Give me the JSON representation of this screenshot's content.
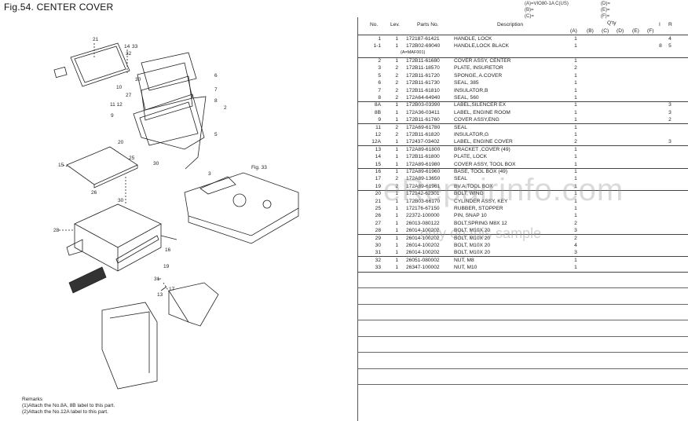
{
  "title": "Fig.54.  CENTER COVER",
  "variants": {
    "left": [
      "(A)=VIO80-1A C(US)",
      "(B)=",
      "(C)="
    ],
    "right": [
      "(D)=",
      "(E)=",
      "(F)="
    ]
  },
  "headers": {
    "no": "No.",
    "lev": "Lev.",
    "part": "Parts No.",
    "desc": "Description",
    "qty": "Q'ty",
    "i": "I",
    "r": "R",
    "cols": [
      "(A)",
      "(B)",
      "(C)",
      "(D)",
      "(E)",
      "(F)"
    ]
  },
  "serial_note": "(A=MAF001)",
  "rows": [
    {
      "no": "1",
      "lev": "1",
      "part": "172187-61421",
      "desc": "HANDLE, LOCK",
      "a": "1",
      "i": "",
      "r": "4"
    },
    {
      "no": "1-1",
      "lev": "1",
      "part": "172B02-69040",
      "desc": "HANDLE,LOCK BLACK",
      "a": "1",
      "i": "8",
      "r": "5"
    },
    {
      "no": "2",
      "lev": "1",
      "part": "172B11-61680",
      "desc": "COVER ASSY, CENTER",
      "a": "1",
      "i": "",
      "r": ""
    },
    {
      "no": "3",
      "lev": "2",
      "part": "172B11-18570",
      "desc": "PLATE, INSURETOR",
      "a": "2",
      "i": "",
      "r": ""
    },
    {
      "no": "5",
      "lev": "2",
      "part": "172B11-61720",
      "desc": "SPONGE, A.COVER",
      "a": "1",
      "i": "",
      "r": ""
    },
    {
      "no": "6",
      "lev": "2",
      "part": "172B11-61730",
      "desc": "SEAL, 385",
      "a": "1",
      "i": "",
      "r": ""
    },
    {
      "no": "7",
      "lev": "2",
      "part": "172B11-61810",
      "desc": "INSULATOR,B",
      "a": "1",
      "i": "",
      "r": ""
    },
    {
      "no": "8",
      "lev": "2",
      "part": "172A64-64940",
      "desc": "SEAL, 560",
      "a": "1",
      "i": "",
      "r": ""
    },
    {
      "no": "8A",
      "lev": "1",
      "part": "172B03-03390",
      "desc": "LABEL,SILENCER EX",
      "a": "1",
      "i": "",
      "r": "3"
    },
    {
      "no": "8B",
      "lev": "1",
      "part": "172A36-03411",
      "desc": "LABEL, ENGINE ROOM",
      "a": "1",
      "i": "",
      "r": "3"
    },
    {
      "no": "9",
      "lev": "1",
      "part": "172B11-61760",
      "desc": "COVER ASSY,ENG",
      "a": "1",
      "i": "",
      "r": "2"
    },
    {
      "no": "11",
      "lev": "2",
      "part": "172A69-61780",
      "desc": "SEAL",
      "a": "1",
      "i": "",
      "r": ""
    },
    {
      "no": "12",
      "lev": "2",
      "part": "172B11-61820",
      "desc": "INSULATOR,G",
      "a": "1",
      "i": "",
      "r": ""
    },
    {
      "no": "12A",
      "lev": "1",
      "part": "172437-03402",
      "desc": "LABEL, ENGINE COVER",
      "a": "2",
      "i": "",
      "r": "3"
    },
    {
      "no": "13",
      "lev": "1",
      "part": "172A89-61800",
      "desc": "BRACKET ,COVER (49)",
      "a": "1",
      "i": "",
      "r": ""
    },
    {
      "no": "14",
      "lev": "1",
      "part": "172B11-61800",
      "desc": "PLATE, LOCK",
      "a": "1",
      "i": "",
      "r": ""
    },
    {
      "no": "15",
      "lev": "1",
      "part": "172A89-61980",
      "desc": "COVER ASSY, TOOL BOX",
      "a": "1",
      "i": "",
      "r": ""
    },
    {
      "no": "16",
      "lev": "1",
      "part": "172A89-61960",
      "desc": "BASE, TOOL BOX (49)",
      "a": "1",
      "i": "",
      "r": ""
    },
    {
      "no": "17",
      "lev": "2",
      "part": "172A89-13650",
      "desc": "SEAL",
      "a": "1",
      "i": "",
      "r": ""
    },
    {
      "no": "19",
      "lev": "2",
      "part": "172A89-61961",
      "desc": "BV.A,TOOL BOX",
      "a": "1",
      "i": "",
      "r": ""
    },
    {
      "no": "20",
      "lev": "1",
      "part": "172142-62301",
      "desc": "BOLT, WING",
      "a": "1",
      "i": "",
      "r": ""
    },
    {
      "no": "21",
      "lev": "1",
      "part": "172B03-66170",
      "desc": "CYLINDER ASSY, KEY",
      "a": "1",
      "i": "",
      "r": ""
    },
    {
      "no": "25",
      "lev": "1",
      "part": "172176-67150",
      "desc": "RUBBER, STOPPER",
      "a": "1",
      "i": "",
      "r": ""
    },
    {
      "no": "26",
      "lev": "1",
      "part": "22372-100000",
      "desc": "PIN, SNAP 10",
      "a": "1",
      "i": "",
      "r": ""
    },
    {
      "no": "27",
      "lev": "1",
      "part": "26013-080122",
      "desc": "BOLT,SPRING M8X 12",
      "a": "2",
      "i": "",
      "r": ""
    },
    {
      "no": "28",
      "lev": "1",
      "part": "26014-100202",
      "desc": "BOLT, M10X 20",
      "a": "3",
      "i": "",
      "r": ""
    },
    {
      "no": "29",
      "lev": "1",
      "part": "26014-100202",
      "desc": "BOLT, M10X 20",
      "a": "2",
      "i": "",
      "r": ""
    },
    {
      "no": "30",
      "lev": "1",
      "part": "26014-100202",
      "desc": "BOLT, M10X 20",
      "a": "4",
      "i": "",
      "r": ""
    },
    {
      "no": "31",
      "lev": "1",
      "part": "26014-100202",
      "desc": "BOLT, M10X 20",
      "a": "3",
      "i": "",
      "r": ""
    },
    {
      "no": "32",
      "lev": "1",
      "part": "26051-080002",
      "desc": "NUT, M8",
      "a": "1",
      "i": "",
      "r": ""
    },
    {
      "no": "33",
      "lev": "1",
      "part": "26347-100002",
      "desc": "NUT, M10",
      "a": "1",
      "i": "",
      "r": ""
    }
  ],
  "remarks": {
    "title": "Remarks",
    "lines": [
      "(1)Attach the No.8A, 8B label to this part.",
      "(2)Attach the No.12A label to this part."
    ]
  },
  "diagram_labels": {
    "ref": "Fig. 33",
    "callouts": [
      "21",
      "14",
      "33",
      "32",
      "27",
      "10",
      "11",
      "12",
      "9",
      "30",
      "6",
      "7",
      "8",
      "2",
      "5",
      "3",
      "20",
      "25",
      "15",
      "26",
      "19",
      "16",
      "28",
      "17",
      "31",
      "13"
    ]
  },
  "watermark": {
    "big": "eRepairinfo.com",
    "small": "only on this sample"
  }
}
